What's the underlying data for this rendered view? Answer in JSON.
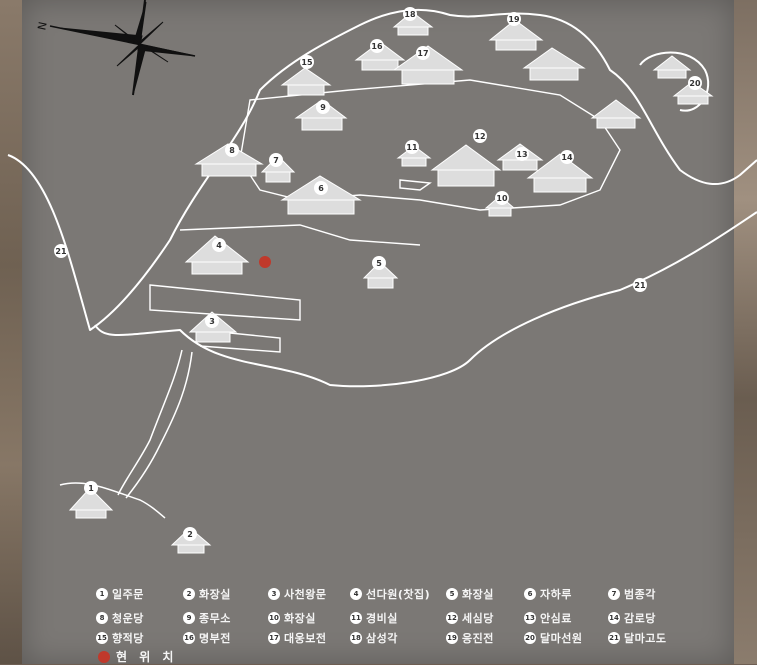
{
  "compass": {
    "north_letter": "N"
  },
  "here_label": "현 위 치",
  "colors": {
    "board": "#7b7875",
    "lines": "#ffffff",
    "here_marker": "#c0392b"
  },
  "map_markers": [
    {
      "num": "1",
      "name": "일주문"
    },
    {
      "num": "2",
      "name": "화장실"
    },
    {
      "num": "3",
      "name": "사천왕문"
    },
    {
      "num": "4",
      "name": "선다원(찻집)"
    },
    {
      "num": "5",
      "name": "화장실"
    },
    {
      "num": "6",
      "name": "자하루"
    },
    {
      "num": "7",
      "name": "범종각"
    },
    {
      "num": "8",
      "name": "청운당"
    },
    {
      "num": "9",
      "name": "종무소"
    },
    {
      "num": "10",
      "name": "화장실"
    },
    {
      "num": "11",
      "name": "경비실"
    },
    {
      "num": "12",
      "name": "세심당"
    },
    {
      "num": "13",
      "name": "안심료"
    },
    {
      "num": "14",
      "name": "감로당"
    },
    {
      "num": "15",
      "name": "향적당"
    },
    {
      "num": "16",
      "name": "명부전"
    },
    {
      "num": "17",
      "name": "대웅보전"
    },
    {
      "num": "18",
      "name": "삼성각"
    },
    {
      "num": "19",
      "name": "응진전"
    },
    {
      "num": "20",
      "name": "달마선원"
    },
    {
      "num": "21",
      "name": "달마고도"
    }
  ]
}
